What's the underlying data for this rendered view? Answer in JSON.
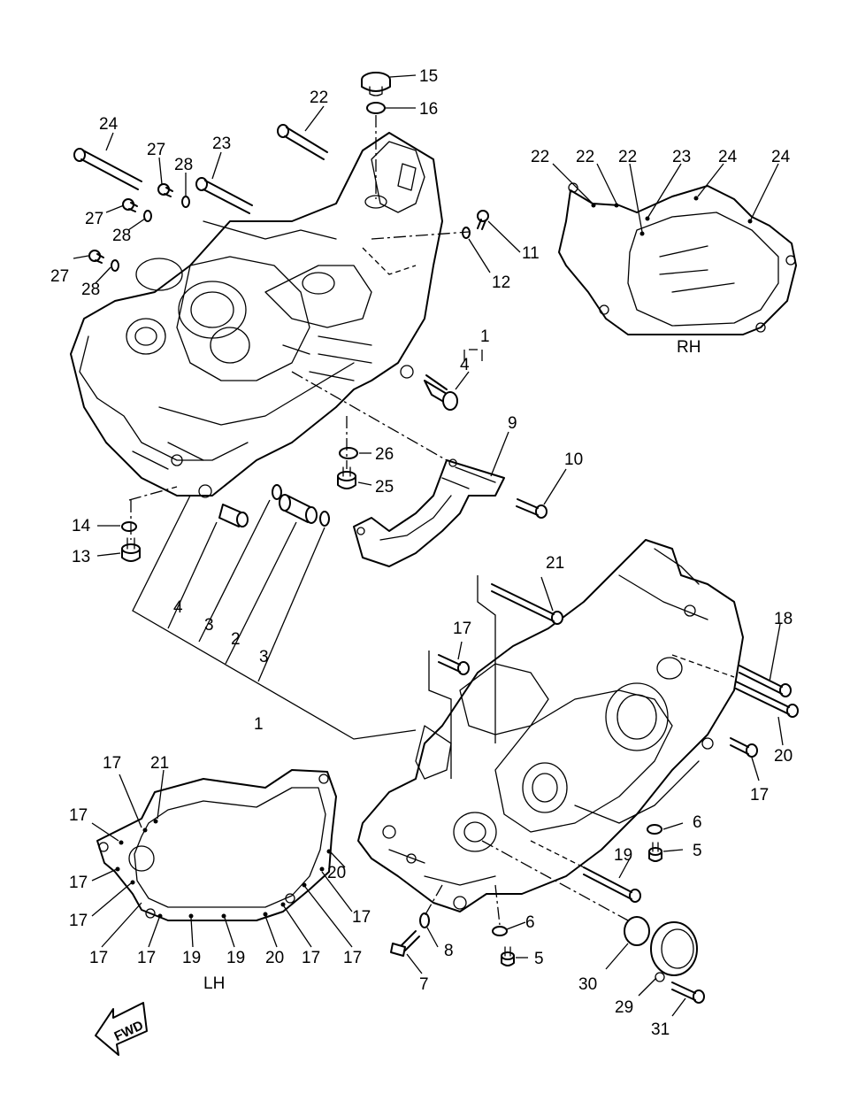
{
  "labels": [
    {
      "text": "15"
    },
    {
      "text": "16"
    },
    {
      "text": "22"
    },
    {
      "text": "24"
    },
    {
      "text": "23"
    },
    {
      "text": "27"
    },
    {
      "text": "28"
    },
    {
      "text": "27"
    },
    {
      "text": "28"
    },
    {
      "text": "27"
    },
    {
      "text": "28"
    },
    {
      "text": "11"
    },
    {
      "text": "12"
    },
    {
      "text": "1"
    },
    {
      "text": "4"
    },
    {
      "text": "9"
    },
    {
      "text": "10"
    },
    {
      "text": "26"
    },
    {
      "text": "25"
    },
    {
      "text": "14"
    },
    {
      "text": "13"
    },
    {
      "text": "4"
    },
    {
      "text": "3"
    },
    {
      "text": "2"
    },
    {
      "text": "3"
    },
    {
      "text": "1"
    },
    {
      "text": "21"
    },
    {
      "text": "17"
    },
    {
      "text": "18"
    },
    {
      "text": "20"
    },
    {
      "text": "17"
    },
    {
      "text": "6"
    },
    {
      "text": "5"
    },
    {
      "text": "19"
    },
    {
      "text": "6"
    },
    {
      "text": "5"
    },
    {
      "text": "8"
    },
    {
      "text": "7"
    },
    {
      "text": "30"
    },
    {
      "text": "29"
    },
    {
      "text": "31"
    },
    {
      "text": "17"
    },
    {
      "text": "21"
    },
    {
      "text": "17"
    },
    {
      "text": "17"
    },
    {
      "text": "17"
    },
    {
      "text": "20"
    },
    {
      "text": "17"
    },
    {
      "text": "17"
    },
    {
      "text": "17"
    },
    {
      "text": "19"
    },
    {
      "text": "19"
    },
    {
      "text": "20"
    },
    {
      "text": "17"
    },
    {
      "text": "17"
    },
    {
      "text": "22"
    },
    {
      "text": "22"
    },
    {
      "text": "22"
    },
    {
      "text": "23"
    },
    {
      "text": "24"
    },
    {
      "text": "24"
    }
  ],
  "inset_rh": {
    "label": "RH"
  },
  "inset_lh": {
    "label": "LH"
  },
  "fwd_arrow": {
    "text": "FWD"
  }
}
